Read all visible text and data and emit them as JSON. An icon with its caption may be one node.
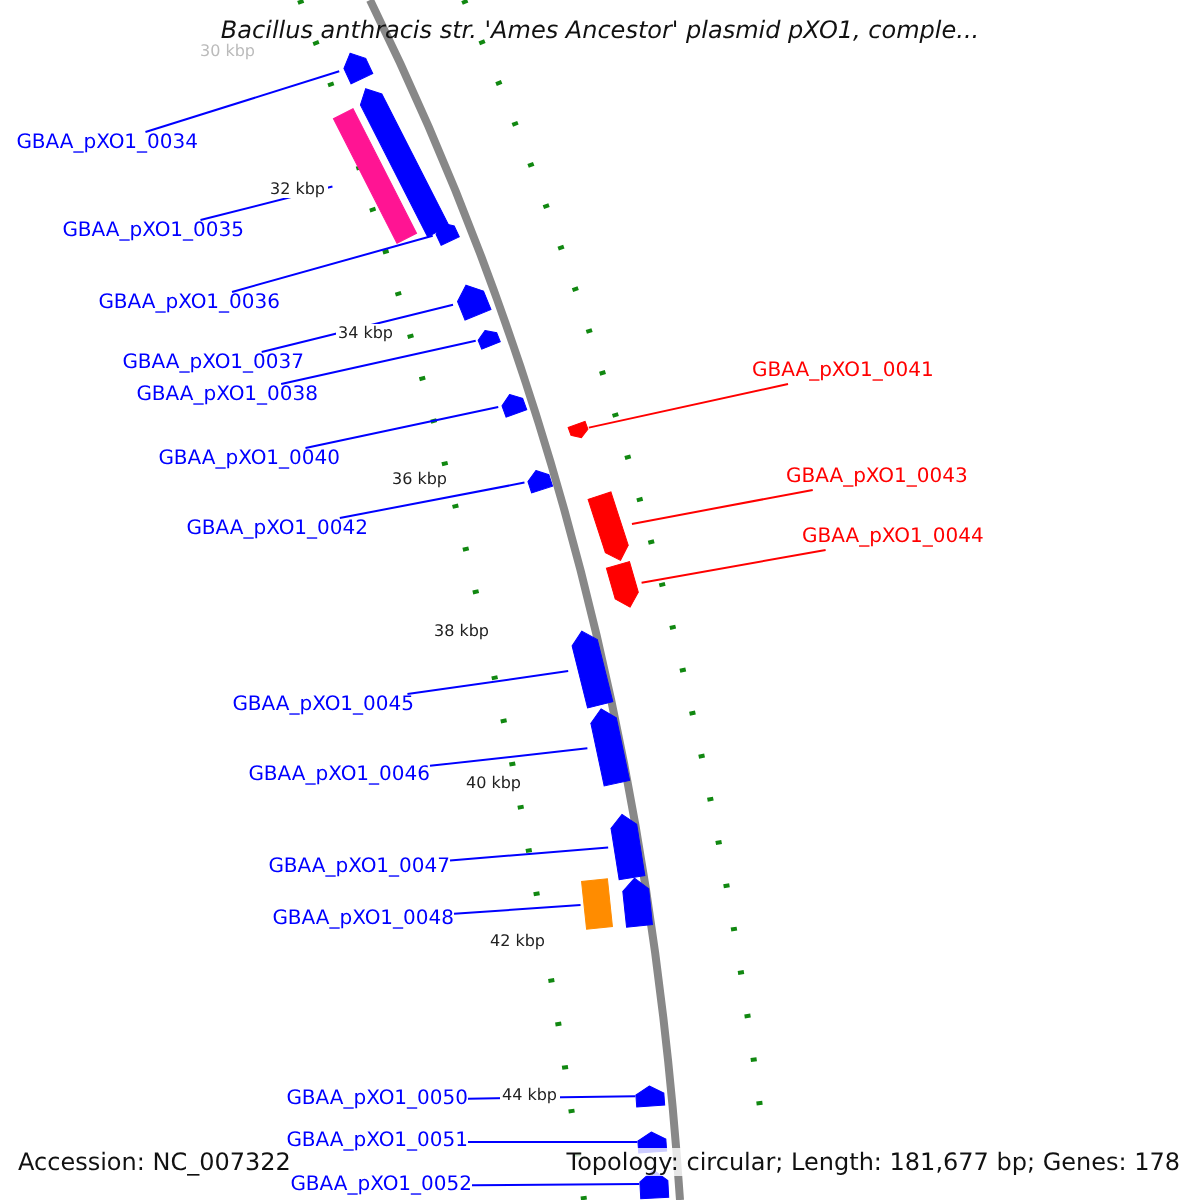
{
  "diagram": {
    "title": "Bacillus anthracis str. 'Ames Ancestor' plasmid pXO1, comple...",
    "nodes": [
      {
        "text": [],
        "shape": "arrow"
      },
      {
        "text": [
          "GBAA_pXO1_0034"
        ]
      },
      {
        "text": [],
        "shape": "bar"
      },
      {
        "text": [
          "GBAA_pXO1_0035"
        ]
      },
      {
        "text": [],
        "shape": "arrow"
      },
      {
        "text": [
          "GBAA_pXO1_0036"
        ]
      },
      {
        "text": [],
        "shape": "arrow"
      },
      {
        "text": [
          "GBAA_pXO1_0037"
        ]
      },
      {
        "text": [],
        "shape": "arrow"
      },
      {
        "text": [
          "GBAA_pXO1_0038"
        ]
      },
      {
        "text": [],
        "shape": "arrow"
      },
      {
        "text": [
          "GBAA_pXO1_0041"
        ]
      },
      {
        "text": [],
        "shape": "arrow"
      },
      {
        "text": [
          "GBAA_pXO1_0040"
        ]
      },
      {
        "text": [],
        "shape": "arrow"
      },
      {
        "text": [
          "GBAA_pXO1_0043"
        ]
      },
      {
        "text": [],
        "shape": "arrow"
      },
      {
        "text": [
          "GBAA_pXO1_0042"
        ]
      },
      {
        "text": [],
        "shape": "arrow"
      },
      {
        "text": [
          "GBAA_pXO1_0044"
        ]
      },
      {
        "text": [],
        "shape": "arrow"
      },
      {
        "text": [
          "GBAA_pXO1_0045"
        ]
      },
      {
        "text": [],
        "shape": "arrow"
      },
      {
        "text": [
          "GBAA_pXO1_0046"
        ]
      },
      {
        "text": [],
        "shape": "arrow"
      },
      {
        "text": [
          "GBAA_pXO1_0047"
        ]
      },
      {
        "text": [],
        "shape": "arrow"
      },
      {
        "text": [
          "GBAA_pXO1_0048"
        ]
      },
      {
        "text": [],
        "shape": "bar"
      },
      {
        "text": [],
        "shape": "arrow"
      },
      {
        "text": [
          "GBAA_pXO1_0050"
        ]
      },
      {
        "text": [],
        "shape": "arrow"
      },
      {
        "text": [
          "GBAA_pXO1_0051"
        ]
      },
      {
        "text": [],
        "shape": "arrow"
      },
      {
        "text": [
          "GBAA_pXO1_0052"
        ]
      },
      {
        "text": [],
        "shape": "arrow"
      }
    ],
    "edges": [
      {
        "from": 1,
        "to": 0,
        "arrow": "none"
      },
      {
        "from": 3,
        "to": 2,
        "arrow": "none"
      },
      {
        "from": 5,
        "to": 6,
        "arrow": "none"
      },
      {
        "from": 7,
        "to": 8,
        "arrow": "none"
      },
      {
        "from": 9,
        "to": 10,
        "arrow": "none"
      },
      {
        "from": 11,
        "to": 12,
        "arrow": "none",
        "color": "#ff0000"
      },
      {
        "from": 13,
        "to": 14,
        "arrow": "none"
      },
      {
        "from": 15,
        "to": 16,
        "arrow": "none",
        "color": "#ff0000"
      },
      {
        "from": 17,
        "to": 18,
        "arrow": "none"
      },
      {
        "from": 19,
        "to": 20,
        "arrow": "none",
        "color": "#ff0000"
      },
      {
        "from": 21,
        "to": 22,
        "arrow": "none"
      },
      {
        "from": 23,
        "to": 24,
        "arrow": "none"
      },
      {
        "from": 25,
        "to": 26,
        "arrow": "none"
      },
      {
        "from": 27,
        "to": 28,
        "arrow": "none"
      },
      {
        "from": 30,
        "to": 31,
        "arrow": "none"
      },
      {
        "from": 32,
        "to": 33,
        "arrow": "none"
      },
      {
        "from": 34,
        "to": 35,
        "arrow": "none"
      }
    ],
    "labels": [
      "30 kbp",
      "32 kbp",
      "34 kbp",
      "36 kbp",
      "38 kbp",
      "40 kbp",
      "42 kbp",
      "44 kbp",
      "Accession: NC_007322",
      "Topology: circular; Length: 181,677 bp; Genes: 178"
    ]
  }
}
